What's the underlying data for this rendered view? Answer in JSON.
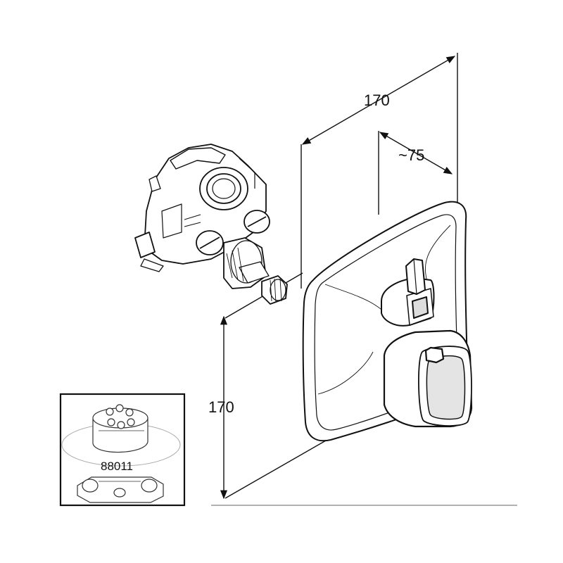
{
  "dimensions": {
    "plate_width": "170",
    "plate_height": "170",
    "projection_depth": "~75"
  },
  "inset": {
    "part_number": "88011"
  },
  "icons": [
    "valve-body-icon",
    "cover-plate-icon",
    "lever-handle-icon",
    "square-knob-icon",
    "cartridge-icon"
  ],
  "colors": {
    "line": "#111111",
    "thin_line": "#333333",
    "background": "#ffffff"
  }
}
